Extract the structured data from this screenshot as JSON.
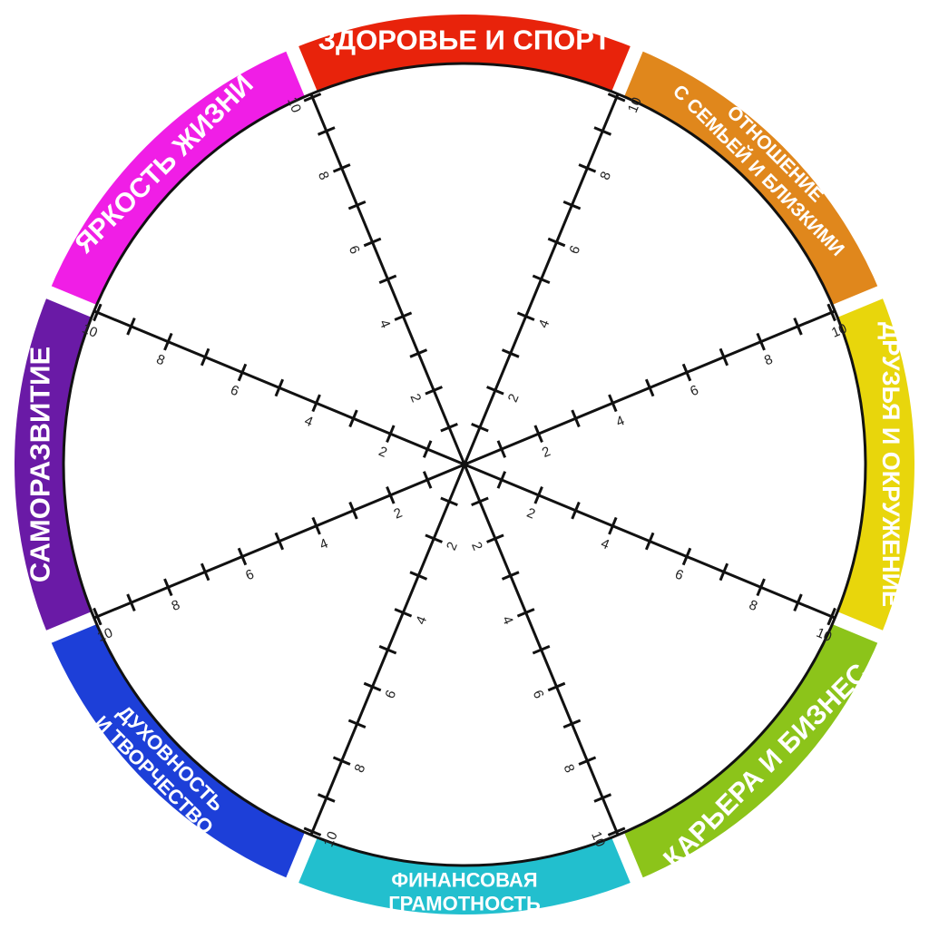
{
  "title": "Колесо жизненного баланса",
  "segments": [
    {
      "id": "health",
      "lines": [
        "ЗДОРОВЬЕ И СПОРТ"
      ],
      "color": "#e8230b"
    },
    {
      "id": "family",
      "lines": [
        "ОТНОШЕНИЕ",
        "С СЕМЬЕЙ И БЛИЗКИМИ"
      ],
      "color": "#e0871c"
    },
    {
      "id": "friends",
      "lines": [
        "ДРУЗЬЯ И ОКРУЖЕНИЕ"
      ],
      "color": "#e8d60c"
    },
    {
      "id": "career",
      "lines": [
        "КАРЬЕРА И БИЗНЕС"
      ],
      "color": "#8cc41a"
    },
    {
      "id": "finance",
      "lines": [
        "ФИНАНСОВАЯ",
        "ГРАМОТНОСТЬ"
      ],
      "color": "#22bfce"
    },
    {
      "id": "spirituality",
      "lines": [
        "ДУХОВНОСТЬ",
        "И ТВОРЧЕСТВО"
      ],
      "color": "#1d3fd8"
    },
    {
      "id": "self-development",
      "lines": [
        "САМОРАЗВИТИЕ"
      ],
      "color": "#6a1aa6"
    },
    {
      "id": "vividness",
      "lines": [
        "ЯРКОСТЬ ЖИЗНИ"
      ],
      "color": "#f01ee6"
    }
  ],
  "scale": {
    "min": 0,
    "max": 10,
    "tick_step": 1,
    "tick_labels": [
      "2",
      "4",
      "6",
      "8",
      "10"
    ]
  }
}
